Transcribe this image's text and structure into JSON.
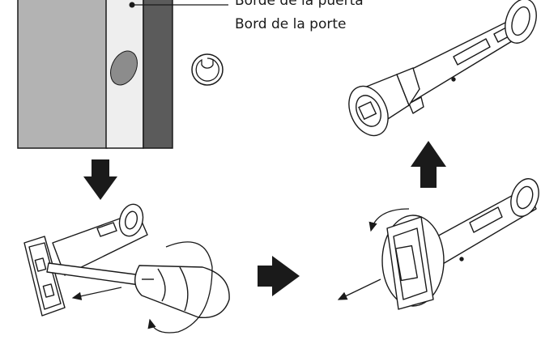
{
  "callout": {
    "lines": [
      "Borde de la puerta",
      "Bord de la porte"
    ]
  },
  "steps": {
    "arrows": [
      "arrow-down",
      "arrow-right",
      "arrow-up"
    ],
    "rotation_arrows": [
      "rotate-clockwise",
      "rotate-counterclockwise"
    ]
  },
  "colors": {
    "door_face": "#b3b3b3",
    "door_edge": "#eeeeee",
    "door_frame": "#5b5b5b",
    "bore_hole": "#8c8c8c",
    "outline": "#1a1a1a",
    "arrow_fill": "#1a1a1a"
  }
}
